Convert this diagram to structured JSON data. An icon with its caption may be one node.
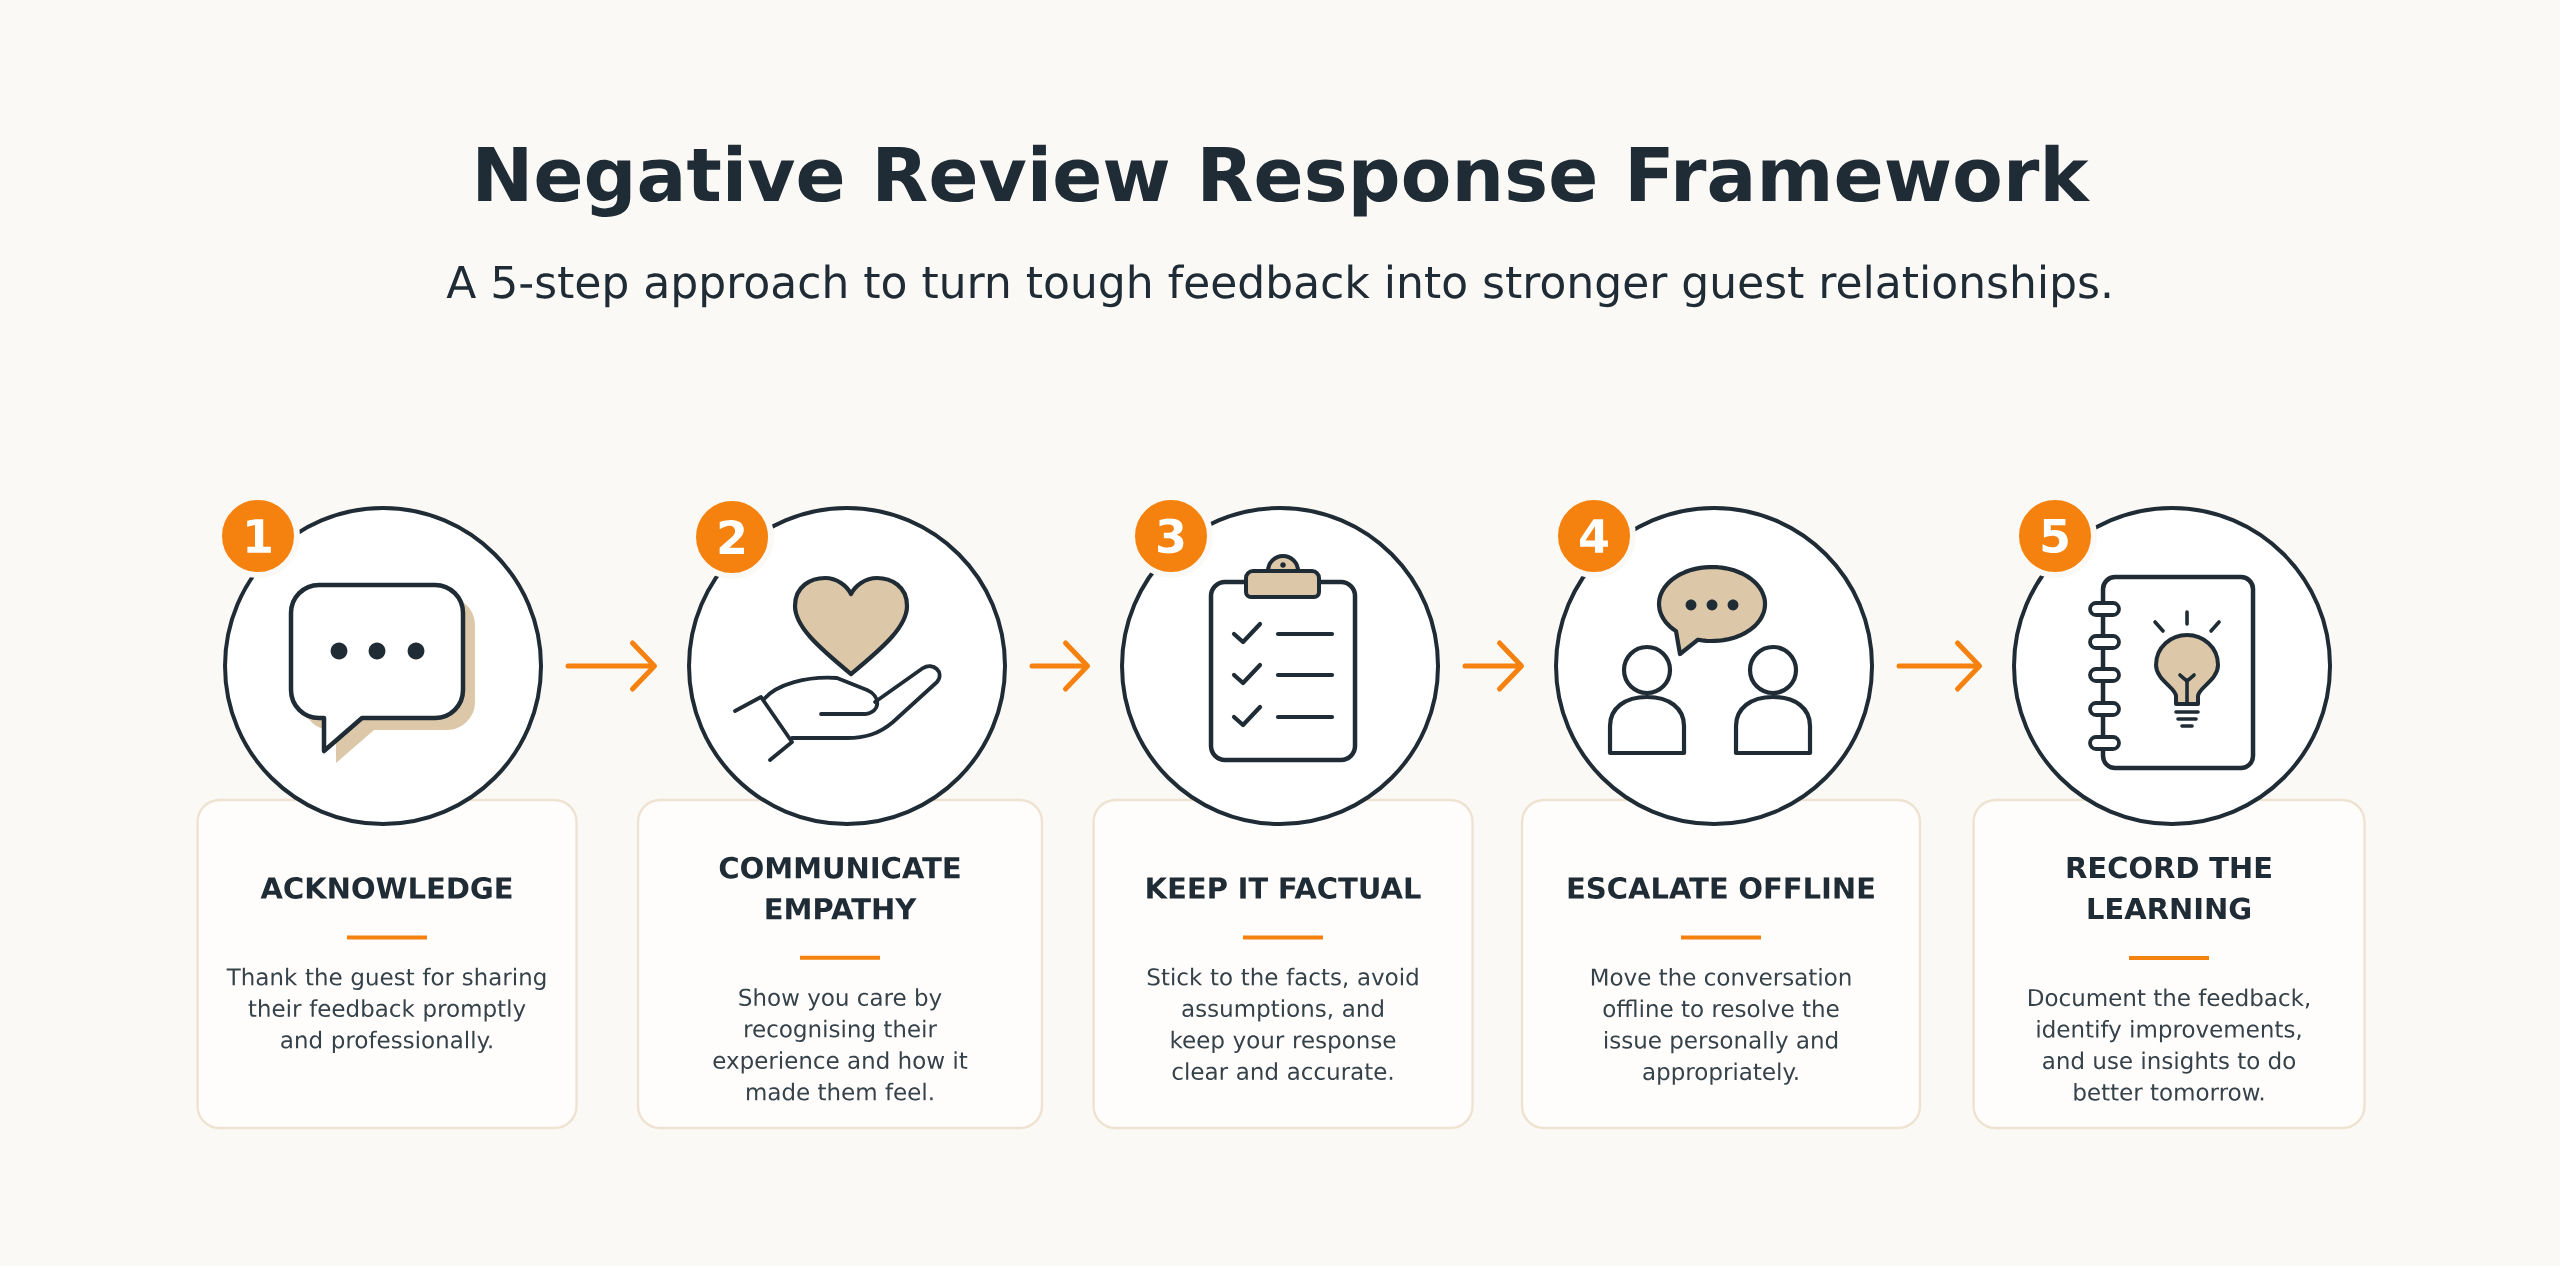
{
  "diagram": {
    "title": "Negative Review Response Framework",
    "nodes": [
      {
        "text": [
          "1"
        ]
      },
      {
        "text": [],
        "shape": "circle"
      },
      {
        "text": [
          "ACKNOWLEDGE",
          "Thank the guest for sharing their feedback promptly and professionally."
        ]
      },
      {
        "text": [
          "2"
        ]
      },
      {
        "text": [],
        "shape": "circle"
      },
      {
        "text": [
          "COMMUNICATE EMPATHY",
          "Show you care by recognising their experience and how it made them feel."
        ]
      },
      {
        "text": [
          "3"
        ]
      },
      {
        "text": [],
        "shape": "circle"
      },
      {
        "text": [
          "KEEP IT FACTUAL",
          "Stick to the facts, avoid assumptions, and keep your response clear and accurate."
        ]
      },
      {
        "text": [
          "4"
        ]
      },
      {
        "text": [],
        "shape": "circle"
      },
      {
        "text": [
          "ESCALATE OFFLINE",
          "Move the conversation offline to resolve the issue personally and appropriately."
        ]
      },
      {
        "text": [
          "5"
        ]
      },
      {
        "text": [],
        "shape": "circle"
      },
      {
        "text": [
          "RECORD THE LEARNING",
          "Document the feedback, identify improvements, and use insights to do better tomorrow."
        ]
      }
    ],
    "edges": [
      {
        "from": 1,
        "to": 4,
        "arrow": "to"
      },
      {
        "from": 4,
        "to": 7,
        "arrow": "to"
      },
      {
        "from": 7,
        "to": 10,
        "arrow": "to"
      },
      {
        "from": 10,
        "to": 13,
        "arrow": "to"
      }
    ],
    "labels": [
      "A 5-step approach to turn tough feedback into stronger guest relationships."
    ]
  }
}
